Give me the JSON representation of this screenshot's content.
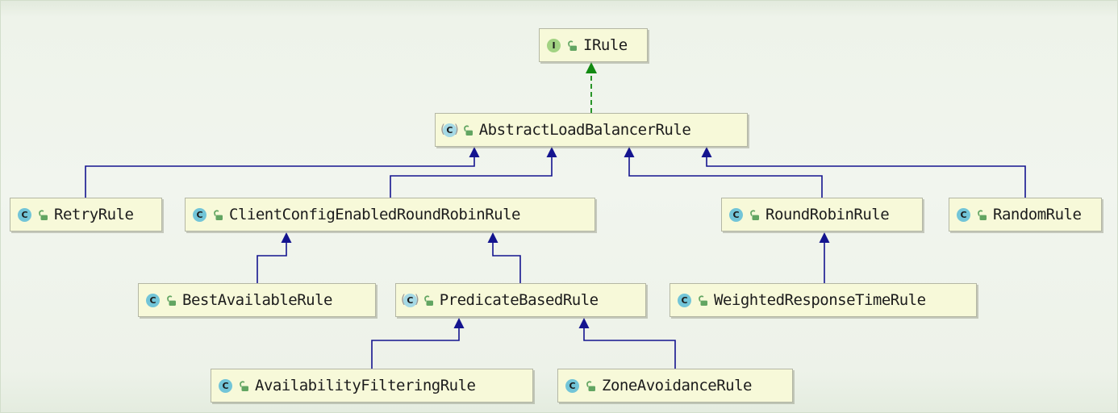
{
  "diagram": {
    "type": "uml-class-hierarchy",
    "nodes": [
      {
        "id": "irule",
        "label": "IRule",
        "kind": "interface"
      },
      {
        "id": "albr",
        "label": "AbstractLoadBalancerRule",
        "kind": "abstract-class"
      },
      {
        "id": "retry",
        "label": "RetryRule",
        "kind": "class"
      },
      {
        "id": "ccrr",
        "label": "ClientConfigEnabledRoundRobinRule",
        "kind": "class"
      },
      {
        "id": "rrr",
        "label": "RoundRobinRule",
        "kind": "class"
      },
      {
        "id": "random",
        "label": "RandomRule",
        "kind": "class"
      },
      {
        "id": "best",
        "label": "BestAvailableRule",
        "kind": "class"
      },
      {
        "id": "pred",
        "label": "PredicateBasedRule",
        "kind": "abstract-class"
      },
      {
        "id": "wrt",
        "label": "WeightedResponseTimeRule",
        "kind": "class"
      },
      {
        "id": "avail",
        "label": "AvailabilityFilteringRule",
        "kind": "class"
      },
      {
        "id": "zone",
        "label": "ZoneAvoidanceRule",
        "kind": "class"
      }
    ],
    "edges": [
      {
        "from": "AbstractLoadBalancerRule",
        "to": "IRule",
        "type": "implements"
      },
      {
        "from": "RetryRule",
        "to": "AbstractLoadBalancerRule",
        "type": "extends"
      },
      {
        "from": "ClientConfigEnabledRoundRobinRule",
        "to": "AbstractLoadBalancerRule",
        "type": "extends"
      },
      {
        "from": "RoundRobinRule",
        "to": "AbstractLoadBalancerRule",
        "type": "extends"
      },
      {
        "from": "RandomRule",
        "to": "AbstractLoadBalancerRule",
        "type": "extends"
      },
      {
        "from": "BestAvailableRule",
        "to": "ClientConfigEnabledRoundRobinRule",
        "type": "extends"
      },
      {
        "from": "PredicateBasedRule",
        "to": "ClientConfigEnabledRoundRobinRule",
        "type": "extends"
      },
      {
        "from": "WeightedResponseTimeRule",
        "to": "RoundRobinRule",
        "type": "extends"
      },
      {
        "from": "AvailabilityFilteringRule",
        "to": "PredicateBasedRule",
        "type": "extends"
      },
      {
        "from": "ZoneAvoidanceRule",
        "to": "PredicateBasedRule",
        "type": "extends"
      }
    ],
    "icons": {
      "class_letter": "C",
      "interface_letter": "I",
      "abstract_paren_open": "(",
      "abstract_paren_close": ")"
    },
    "colors": {
      "extends": "#14148f",
      "implements": "#128a12",
      "node_fill": "#f7f9d9",
      "node_border": "#b4b7a4",
      "label_text": "#1c1c1c",
      "class_icon": "#72c5d8",
      "abstract_class_icon": "#a5d9e5",
      "interface_icon": "#a2d383",
      "icon_letter": "#37474f",
      "lock": "#62a562",
      "paren": "#9a9a9a",
      "background": "#eef3ea"
    }
  }
}
